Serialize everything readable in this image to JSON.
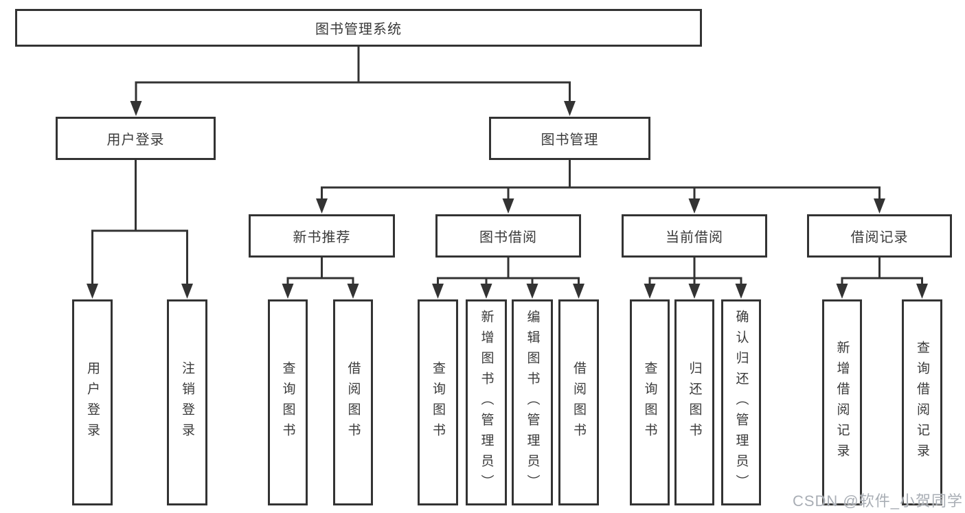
{
  "colors": {
    "line": "#333333",
    "border": "#333333",
    "text": "#3a3a3a",
    "watermark": "#a9aeb5",
    "background": "#ffffff"
  },
  "diagram": {
    "root": {
      "label": "图书管理系统"
    },
    "level2": [
      {
        "label": "用户登录"
      },
      {
        "label": "图书管理"
      }
    ],
    "level3": [
      {
        "label": "新书推荐"
      },
      {
        "label": "图书借阅"
      },
      {
        "label": "当前借阅"
      },
      {
        "label": "借阅记录"
      }
    ],
    "leaves": [
      {
        "label": "用户登录"
      },
      {
        "label": "注销登录"
      },
      {
        "label": "查询图书"
      },
      {
        "label": "借阅图书"
      },
      {
        "label": "查询图书"
      },
      {
        "label": "新增图书（管理员）"
      },
      {
        "label": "编辑图书（管理员）"
      },
      {
        "label": "借阅图书"
      },
      {
        "label": "查询图书"
      },
      {
        "label": "归还图书"
      },
      {
        "label": "确认归还（管理员）"
      },
      {
        "label": "新增借阅记录"
      },
      {
        "label": "查询借阅记录"
      }
    ]
  },
  "watermark": {
    "text": "CSDN @软件_小贺同学"
  }
}
